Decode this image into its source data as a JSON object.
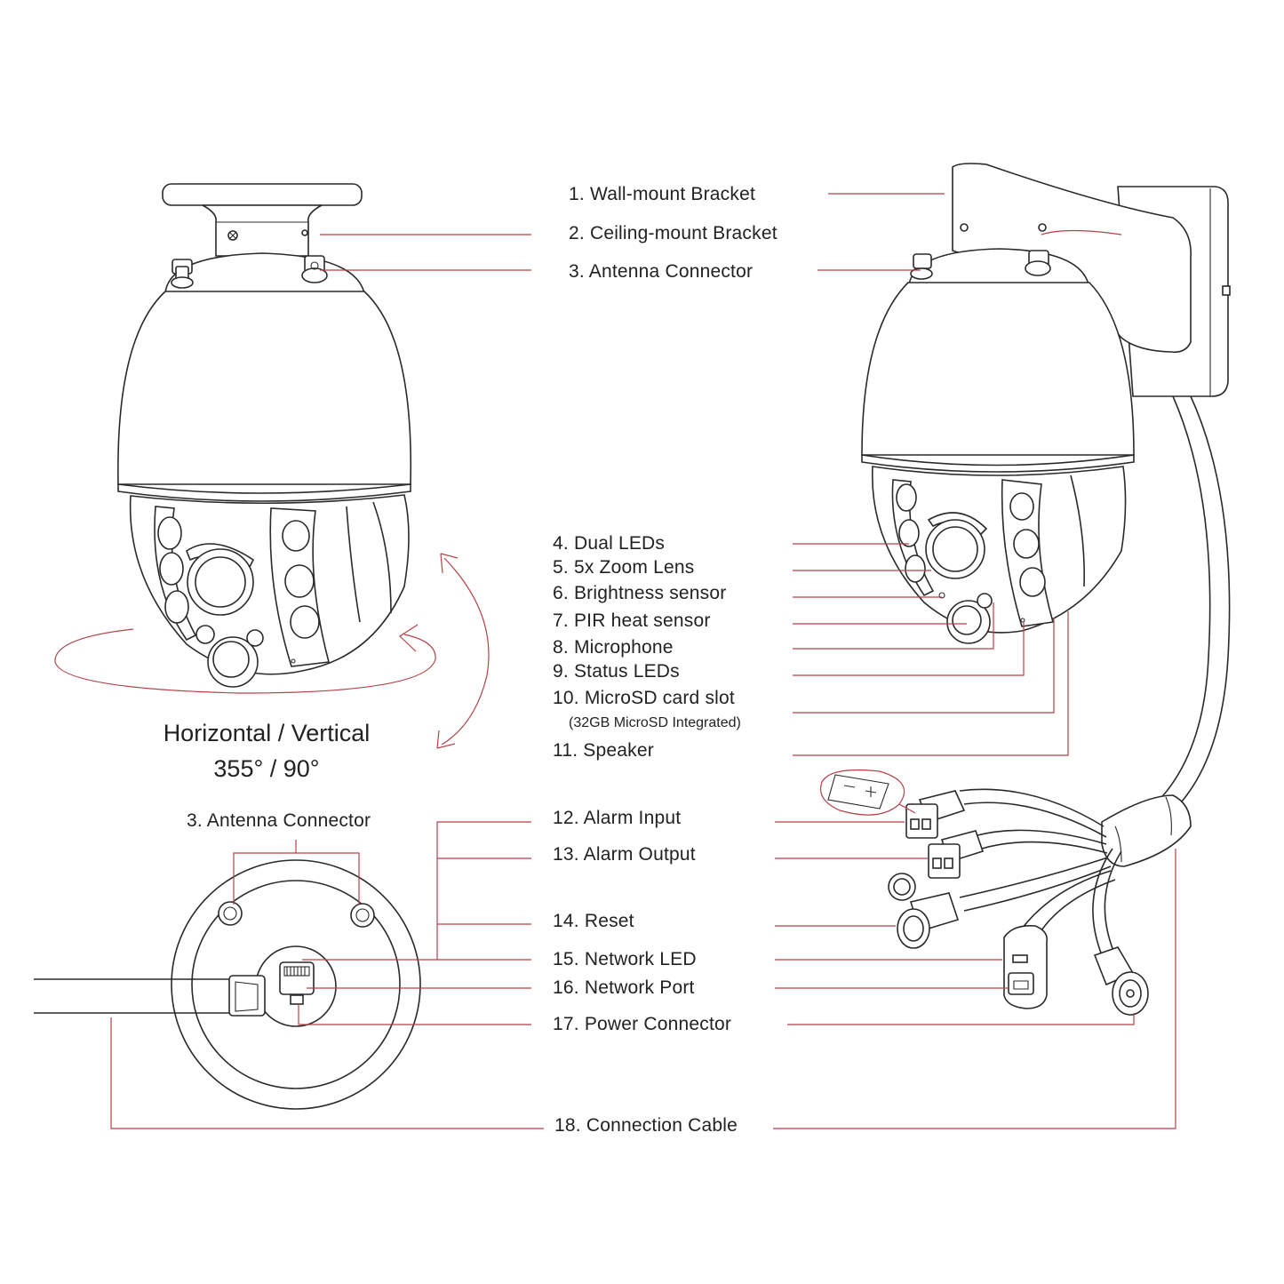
{
  "accent_color": "#b5424a",
  "labels": {
    "l1": "1. Wall-mount Bracket",
    "l2": "2. Ceiling-mount Bracket",
    "l3": "3. Antenna Connector",
    "l4": "4. Dual LEDs",
    "l5": "5. 5x Zoom Lens",
    "l6": "6. Brightness sensor",
    "l7": "7. PIR heat sensor",
    "l8": "8. Microphone",
    "l9": "9. Status LEDs",
    "l10": "10. MicroSD card slot",
    "l10_note": "(32GB MicroSD Integrated)",
    "l11": "11. Speaker",
    "l12": "12. Alarm Input",
    "l13": "13. Alarm Output",
    "l14": "14. Reset",
    "l15": "15. Network LED",
    "l16": "16. Network Port",
    "l17": "17. Power Connector",
    "l18": "18. Connection Cable",
    "bottom_antenna": "3. Antenna Connector"
  },
  "rotation": {
    "title": "Horizontal / Vertical",
    "value": "355° / 90°"
  },
  "icons": [
    "ceiling-camera-illustration",
    "wall-camera-illustration",
    "camera-bottom-view",
    "cable-connectors",
    "rotation-arrows-icon",
    "polarity-icon"
  ]
}
